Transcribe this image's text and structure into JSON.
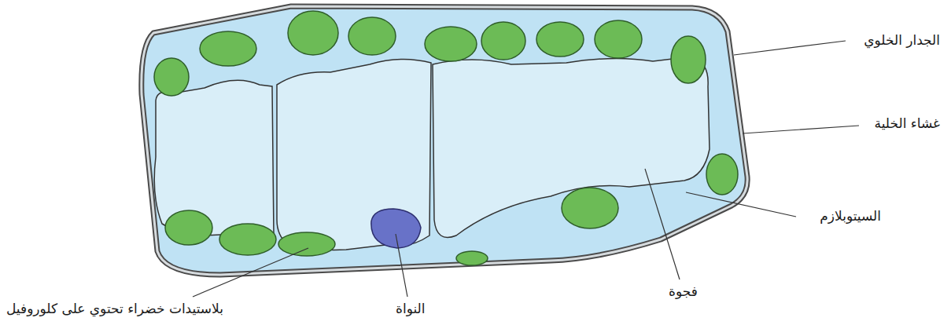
{
  "diagram": {
    "labels": [
      "الجدار الخلوي",
      "غشاء الخلية",
      "السيتوبلازم",
      "فجوة",
      "النواة",
      "بلاستيدات خضراء تحتوي على كلوروفيل"
    ]
  }
}
